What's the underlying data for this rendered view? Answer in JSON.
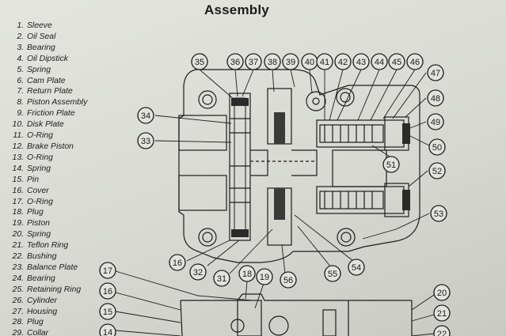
{
  "title": "Assembly",
  "parts": [
    {
      "num": "1.",
      "name": "Sleeve"
    },
    {
      "num": "2.",
      "name": "Oil Seal"
    },
    {
      "num": "3.",
      "name": "Bearing"
    },
    {
      "num": "4.",
      "name": "Oil Dipstick"
    },
    {
      "num": "5.",
      "name": "Spring"
    },
    {
      "num": "6.",
      "name": "Cam Plate"
    },
    {
      "num": "7.",
      "name": "Return Plate"
    },
    {
      "num": "8.",
      "name": "Piston Assembly"
    },
    {
      "num": "9.",
      "name": "Friction Plate"
    },
    {
      "num": "10.",
      "name": "Disk Plate"
    },
    {
      "num": "11.",
      "name": "O-Ring"
    },
    {
      "num": "12.",
      "name": "Brake Piston"
    },
    {
      "num": "13.",
      "name": "O-Ring"
    },
    {
      "num": "14.",
      "name": "Spring"
    },
    {
      "num": "15.",
      "name": "Pin"
    },
    {
      "num": "16.",
      "name": "Cover"
    },
    {
      "num": "17.",
      "name": "O-Ring"
    },
    {
      "num": "18.",
      "name": "Plug"
    },
    {
      "num": "19.",
      "name": "Piston"
    },
    {
      "num": "20.",
      "name": "Spring"
    },
    {
      "num": "21.",
      "name": "Teflon Ring"
    },
    {
      "num": "22.",
      "name": "Bushing"
    },
    {
      "num": "23.",
      "name": "Balance Plate"
    },
    {
      "num": "24.",
      "name": "Bearing"
    },
    {
      "num": "25.",
      "name": "Retaining Ring"
    },
    {
      "num": "26.",
      "name": "Cylinder"
    },
    {
      "num": "27.",
      "name": "Housing"
    },
    {
      "num": "28.",
      "name": "Plug"
    },
    {
      "num": "29.",
      "name": "Collar"
    }
  ],
  "callouts": [
    "35",
    "36",
    "37",
    "38",
    "39",
    "40",
    "41",
    "42",
    "43",
    "44",
    "45",
    "46",
    "47",
    "48",
    "49",
    "50",
    "51",
    "52",
    "53",
    "34",
    "33",
    "16",
    "32",
    "31",
    "56",
    "55",
    "54",
    "17",
    "18",
    "19",
    "16",
    "15",
    "14",
    "20",
    "21",
    "22"
  ]
}
